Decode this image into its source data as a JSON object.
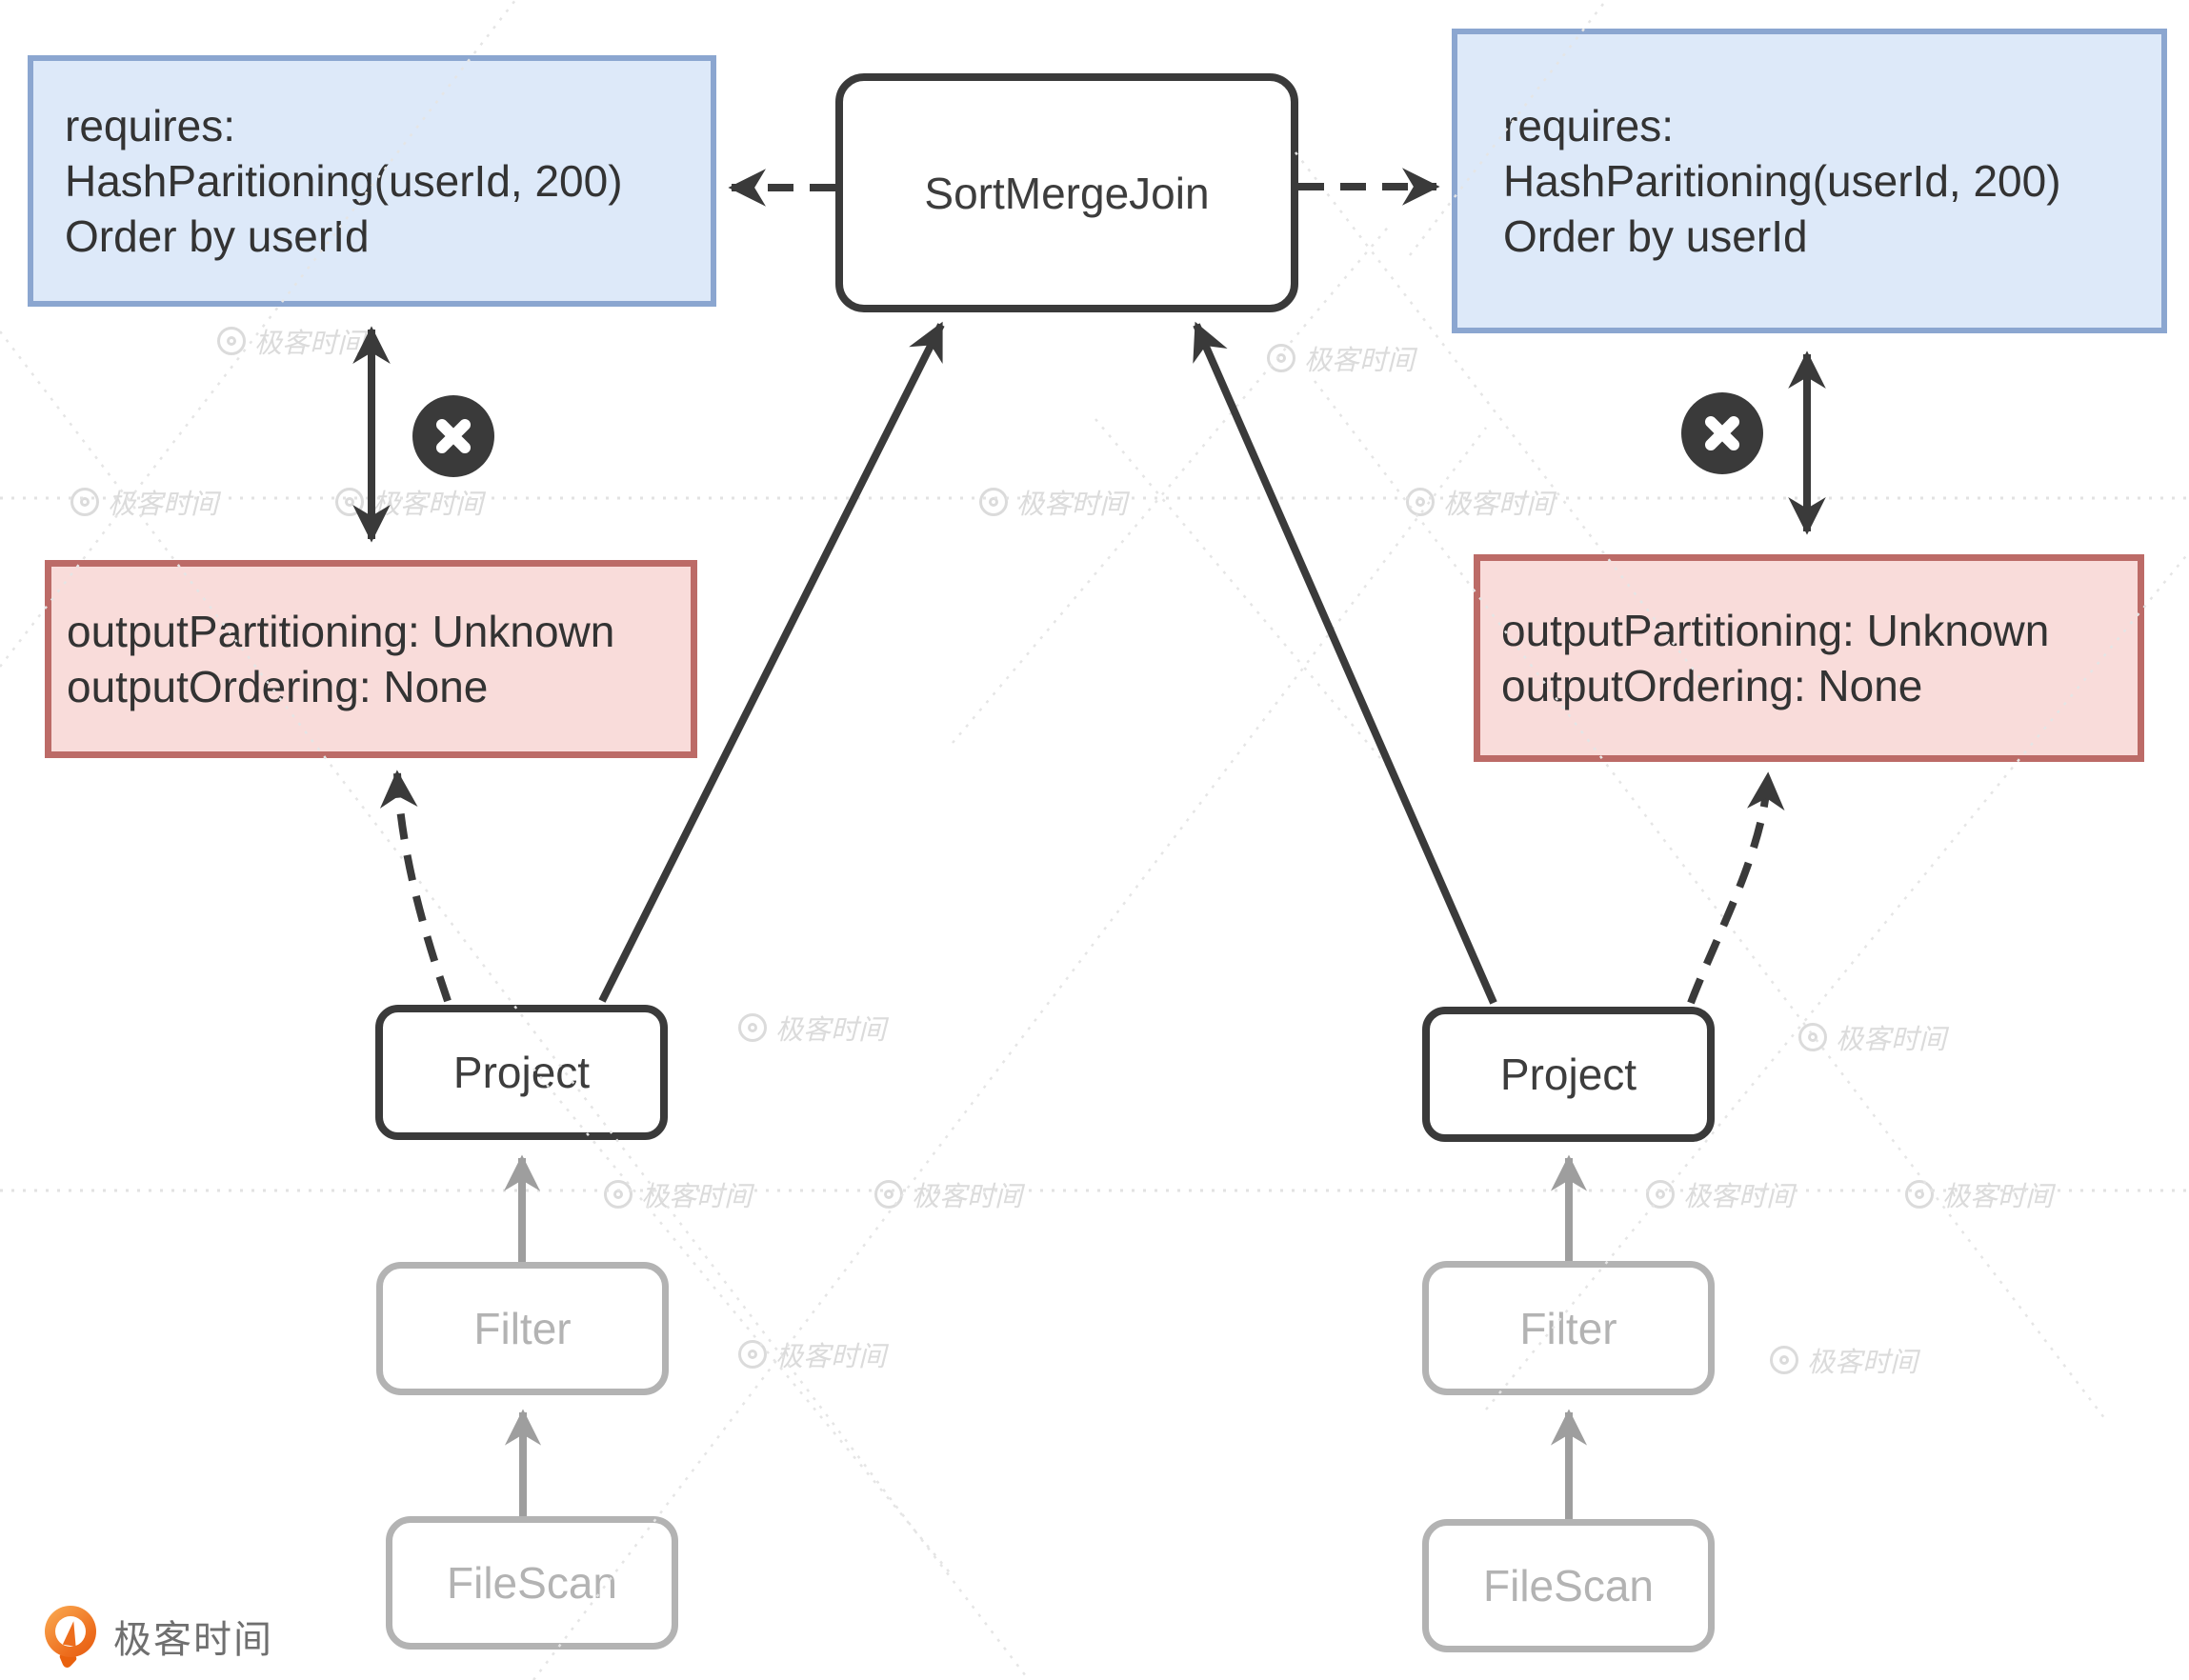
{
  "colors": {
    "ink": "#3a3a3a",
    "text_dark": "#333333",
    "blue_border": "#8ba6d0",
    "blue_fill": "#dde9f9",
    "red_border": "#bc6b67",
    "red_fill": "#f9dcda",
    "gray_node": "#b3b3b3",
    "gray_arrow": "#9e9e9e",
    "watermark": "#dbdbdb",
    "logo_orange": "#ed6d1d"
  },
  "watermark": {
    "text": "极客时间"
  },
  "logo": {
    "text": "极客时间"
  },
  "icons": {
    "cross": "✕"
  },
  "diagram": {
    "join": {
      "label": "SortMergeJoin"
    },
    "left": {
      "requires": {
        "lines": [
          "requires:",
          "HashParitioning(userId, 200)",
          "Order by userId"
        ]
      },
      "output": {
        "lines": [
          "outputPartitioning: Unknown",
          "outputOrdering: None"
        ]
      },
      "project": {
        "label": "Project"
      },
      "filter": {
        "label": "Filter"
      },
      "filescan": {
        "label": "FileScan"
      }
    },
    "right": {
      "requires": {
        "lines": [
          "requires:",
          "HashParitioning(userId, 200)",
          "Order by userId"
        ]
      },
      "output": {
        "lines": [
          "outputPartitioning: Unknown",
          "outputOrdering: None"
        ]
      },
      "project": {
        "label": "Project"
      },
      "filter": {
        "label": "Filter"
      },
      "filescan": {
        "label": "FileScan"
      }
    }
  }
}
